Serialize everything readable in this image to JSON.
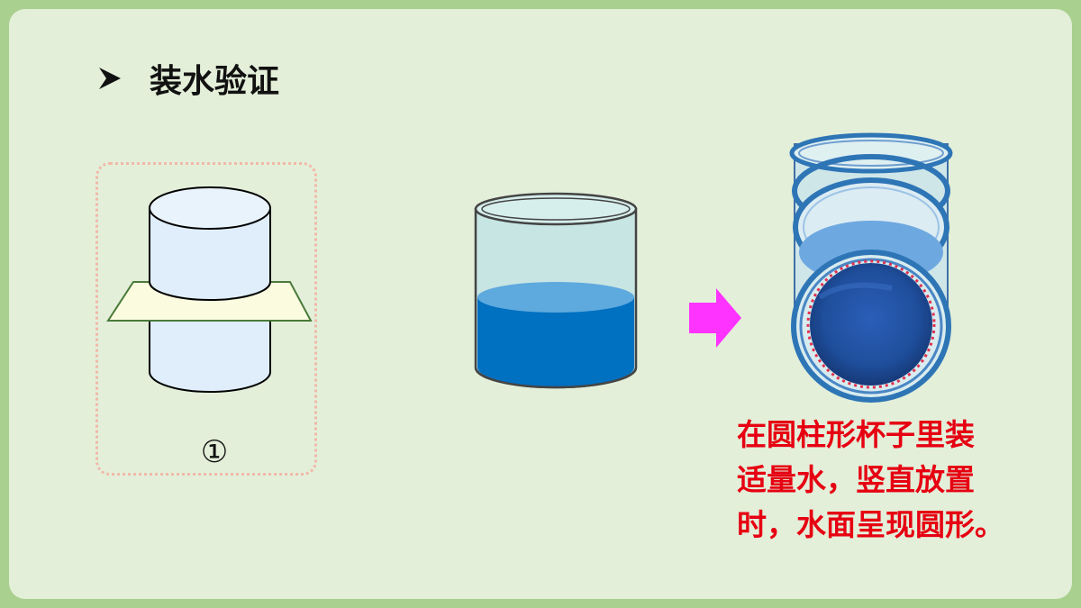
{
  "heading": {
    "bullet_icon": "arrowhead-bullet-icon",
    "title": "装水验证"
  },
  "figure1": {
    "label": "①",
    "cylinder_fill": "#dfeefa",
    "plane_fill": "#fbfbe0",
    "card_border": "#f2b8a8"
  },
  "figure2": {
    "glass_fill": "#c7e5e3",
    "water_fill": "#0070c0",
    "water_surface": "#5ea9de"
  },
  "arrow": {
    "icon": "right-arrow-icon",
    "color": "#ff33ff"
  },
  "figure3": {
    "ring_color": "#2e75b6",
    "inner_color": "#1f4e9c",
    "dashed_circle_color": "#e03050"
  },
  "caption": {
    "lines": [
      "在圆柱形杯子里装",
      "适量水，竖直放置",
      "时，水面呈现圆形。"
    ],
    "color": "#e60012"
  }
}
